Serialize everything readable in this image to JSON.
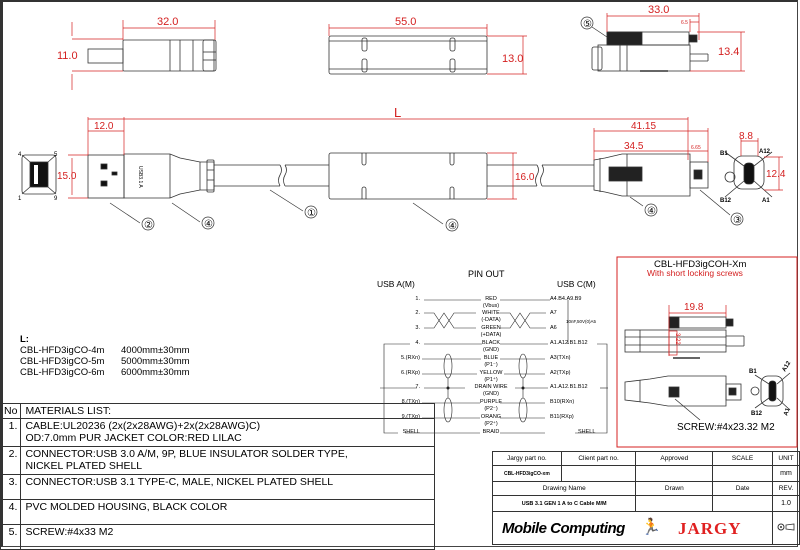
{
  "dimensions": {
    "usb_a_top_length": "32.0",
    "usb_a_top_height": "11.0",
    "middle_housing_length": "55.0",
    "middle_housing_height": "13.0",
    "usbc_top_length": "33.0",
    "usbc_top_small": "6.5",
    "usbc_top_height": "13.4",
    "usb_a_plug_length": "12.0",
    "usb_a_plug_height": "15.0",
    "cable_length_label": "L",
    "middle_side_height": "16.0",
    "usbc_total_length": "41.15",
    "usbc_body_length": "34.5",
    "usbc_tip_length": "6.65",
    "usbc_face_width": "8.8",
    "usbc_face_height": "12.4",
    "short_screw_length": "19.8",
    "short_screw_offset": "3.22"
  },
  "balloons": {
    "cable": "①",
    "connector_a": "②",
    "connector_c": "③",
    "housing": "④",
    "screw": "⑤"
  },
  "usb_a_face_pins": [
    "4",
    "5",
    "1",
    "9"
  ],
  "usb_c_face_pins": [
    "B1",
    "A12",
    "B12",
    "A1"
  ],
  "plug_marking": "USB3.1 A",
  "length_options": {
    "heading": "L:",
    "items": [
      {
        "part": "CBL-HFD3igCO-4m",
        "length": "4000mm±30mm"
      },
      {
        "part": "CBL-HFD3igCO-5m",
        "length": "5000mm±30mm"
      },
      {
        "part": "CBL-HFD3igCO-6m",
        "length": "6000mm±30mm"
      }
    ]
  },
  "pinout": {
    "title": "PIN OUT",
    "left_header": "USB A(M)",
    "right_header": "USB C(M)",
    "side_note": "10nF,50V(0)A5",
    "rows": [
      {
        "a": "1.",
        "wire": "RED",
        "sub": "(Vbus)",
        "c": "A4.B4.A9.B9"
      },
      {
        "a": "2.",
        "wire": "WHITE",
        "sub": "(-DATA)",
        "c": "A7"
      },
      {
        "a": "3.",
        "wire": "GREEN",
        "sub": "(+DATA)",
        "c": "A6"
      },
      {
        "a": "4.",
        "wire": "BLACK",
        "sub": "(GND)",
        "c": "A1.A12.B1.B12"
      },
      {
        "a": "5.(RXn)",
        "wire": "BLUE",
        "sub": "(P1⁻)",
        "c": "A3(TXn)"
      },
      {
        "a": "6.(RXp)",
        "wire": "YELLOW",
        "sub": "(P1⁺)",
        "c": "A2(TXp)"
      },
      {
        "a": "7.",
        "wire": "DRAIN WIRE",
        "sub": "(GND)",
        "c": "A1.A12.B1.B12"
      },
      {
        "a": "8.(TXn)",
        "wire": "PURPLE",
        "sub": "(P2⁻)",
        "c": "B10(RXn)"
      },
      {
        "a": "9.(TXp)",
        "wire": "ORANG",
        "sub": "(P2⁺)",
        "c": "B11(RXp)"
      },
      {
        "a": "SHELL",
        "wire": "BRAID",
        "sub": "",
        "c": "SHELL"
      }
    ]
  },
  "variant_box": {
    "title": "CBL-HFD3igCOH-Xm",
    "subtitle": "With short locking screws",
    "screw_note": "SCREW:#4x23.32 M2"
  },
  "materials": {
    "no_header": "No",
    "header": "MATERIALS LIST:",
    "items": [
      {
        "no": "1.",
        "line1": "CABLE:UL20236 (2x(2x28AWG)+2x(2x28AWG)C)",
        "line2": "OD:7.0mm  PUR JACKET COLOR:RED LILAC"
      },
      {
        "no": "2.",
        "line1": "CONNECTOR:USB 3.0 A/M, 9P, BLUE INSULATOR SOLDER TYPE,",
        "line2": "NICKEL PLATED SHELL"
      },
      {
        "no": "3.",
        "line1": "CONNECTOR:USB 3.1 TYPE-C, MALE, NICKEL PLATED SHELL",
        "line2": ""
      },
      {
        "no": "4.",
        "line1": "PVC MOLDED HOUSING, BLACK COLOR",
        "line2": ""
      },
      {
        "no": "5.",
        "line1": "SCREW:#4x33 M2",
        "line2": ""
      }
    ]
  },
  "title_block": {
    "h_jargy_part": "Jargy part no.",
    "h_client_part": "Client part no.",
    "h_approved": "Approved",
    "h_scale": "SCALE",
    "h_unit": "UNIT",
    "jargy_part": "CBL-HFD3igCO-xm",
    "client_part": "",
    "approved": "",
    "scale": "",
    "unit": "mm",
    "h_drawing_name": "Drawing Name",
    "h_drawn": "Drawn",
    "h_date": "Date",
    "h_rev": "REV.",
    "drawing_name": "USB 3.1 GEN 1 A to C Cable M/M",
    "drawn": "",
    "date": "",
    "rev": "1.0",
    "logo_mobile": "Mobile Computing",
    "logo_jargy": "JARGY"
  },
  "colors": {
    "dimension": "#d42020",
    "line": "#333333",
    "variant_border": "#d42020"
  }
}
